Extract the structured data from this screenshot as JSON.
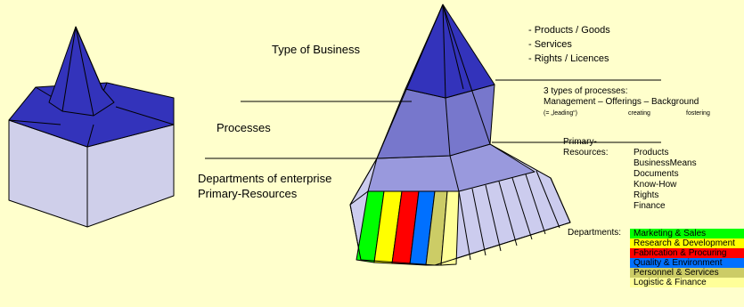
{
  "labels": {
    "type_of_business": "Type of Business",
    "processes": "Processes",
    "departments_line1": "Departments of enterprise",
    "departments_line2": "Primary-Resources"
  },
  "business_types": [
    "- Products / Goods",
    "- Services",
    "- Rights / Licences"
  ],
  "process_types": {
    "title": "3 types of processes:",
    "subtitle": "Management – Offerings – Background",
    "notes": [
      "(= „leading“)",
      "creating",
      "fostering"
    ]
  },
  "primary_resources": {
    "label_line1": "Primary-",
    "label_line2": "Resources:",
    "items": [
      "Products",
      "BusinessMeans",
      "Documents",
      "Know-How",
      "Rights",
      "Finance"
    ]
  },
  "departments": {
    "label": "Departments:",
    "items": [
      {
        "name": "Marketing & Sales",
        "color": "#00ff00"
      },
      {
        "name": "Research & Development",
        "color": "#ffff00"
      },
      {
        "name": "Fabrication & Procuring",
        "color": "#ff0000"
      },
      {
        "name": "Quality & Environment",
        "color": "#0070ff"
      },
      {
        "name": "Personnel & Services",
        "color": "#cccc66"
      },
      {
        "name": "Logistic & Finance",
        "color": "#ffff99"
      }
    ]
  },
  "colors": {
    "background": "#ffffcc",
    "pyramid_top": "#3333bb",
    "pyramid_middle": "#7777cc",
    "pyramid_lower": "#9999dd",
    "pyramid_base": "#ccccee"
  }
}
